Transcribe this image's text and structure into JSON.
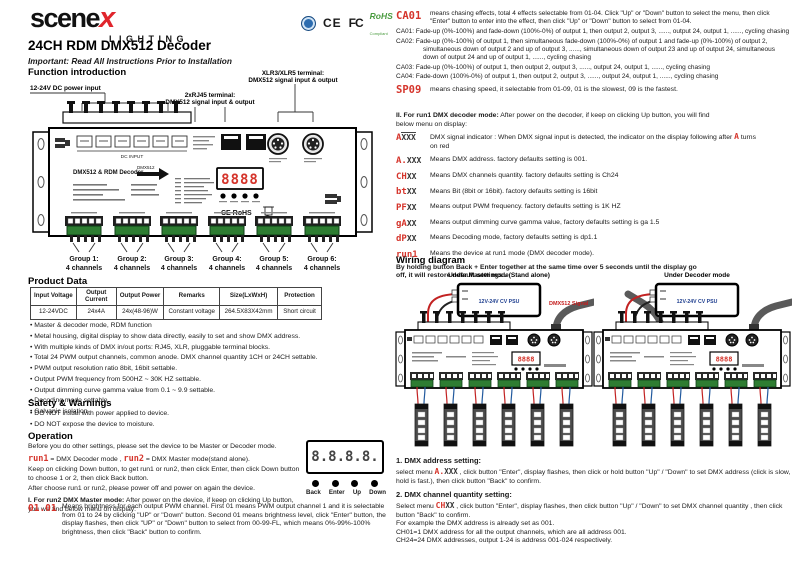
{
  "header": {
    "brand": "scene",
    "brand_x": "x",
    "brand_sub": "LIGHTING",
    "title": "24CH RDM DMX512 Decoder",
    "important": "Important: Read All Instructions Prior to Installation",
    "certs": {
      "ce": "CE",
      "fcc": "FC",
      "rohs": "RoHS",
      "rohs_sub": "Compliant"
    }
  },
  "function_intro": {
    "heading": "Function introduction",
    "power_label": "12-24V DC power input",
    "rj45_label1": "2xRJ45 terminal:",
    "rj45_label2": "DMX512 signal input & output",
    "xlr_label1": "XLR3/XLR5 terminal:",
    "xlr_label2": "DMX512 signal input & output",
    "device": {
      "name": "DMX512 & RDM Decoder",
      "arrow": "DMX512",
      "dc_input": "DC INPUT",
      "display": "8888",
      "ce_mark": "CE RoHS"
    },
    "groups": [
      {
        "line1": "Group 1:",
        "line2": "4 channels"
      },
      {
        "line1": "Group 2:",
        "line2": "4 channels"
      },
      {
        "line1": "Group 3:",
        "line2": "4 channels"
      },
      {
        "line1": "Group 4:",
        "line2": "4 channels"
      },
      {
        "line1": "Group 5:",
        "line2": "4 channels"
      },
      {
        "line1": "Group 6:",
        "line2": "4 channels"
      }
    ]
  },
  "product_data": {
    "heading": "Product Data",
    "table": {
      "headers": [
        "Input Voltage",
        "Output Current",
        "Output Power",
        "Remarks",
        "Size(LxWxH)",
        "Protection"
      ],
      "row": [
        "12-24VDC",
        "24x4A",
        "24x(48-96)W",
        "Constant voltage",
        "264.5X83X42mm",
        "Short circuit"
      ]
    },
    "bullets": [
      "Master & decoder mode, RDM function",
      "Metal housing, digital display to show data directly, easily to set and show DMX address.",
      "With multiple kinds of DMX in/out ports: RJ45, XLR, pluggable terminal blocks.",
      "Total 24 PWM output channels, common anode. DMX channel quantity 1CH or 24CH settable.",
      "PWM output resolution ratio 8bit, 16bit settable.",
      "Output PWM frequency from 500HZ ~ 30K HZ settable.",
      "Output dimming curve gamma value from 0.1 ~ 9.9 settable.",
      "Decoding mode settable.",
      "Galvanic isolation"
    ]
  },
  "safety": {
    "heading": "Safety & Warnings",
    "bullets": [
      "DO NOT install with power applied to device.",
      "DO NOT expose the device to moisture."
    ]
  },
  "operation": {
    "heading": "Operation",
    "intro": "Before you do other settings, please set the device to be Master or Decoder mode.",
    "run1_seg": "run1",
    "run1_text": "= DMX Decoder mode ,",
    "run2_seg": "run2",
    "run2_text": "= DMX Master mode(stand alone).",
    "keep_text": "Keep on clicking Down button, to get run1 or run2, then click Enter, then click Down button to choose 1 or 2, then click Back button.",
    "after_text": "After choose run1 or run2, please power off and power on again the device.",
    "master_heading": "I. For run2 DMX Master mode:",
    "master_text": " After power on the device, if keep on clicking Up button, you will find below menu on display:",
    "bright_seg": "01.01",
    "bright_text": "Means brightness for each output PWM channel. First 01 means PWM output channel 1 and it is selectable from 01 to 24 by clicking \"UP\" or \"Down\" button. Second 01 means brightness level, click \"Enter\" button, the display flashes, then click \"UP\" or \"Down\" button to select from 00-99-FL, which means 0%-99%-100% brightness, then click \"Back\" button to confirm.",
    "figure": {
      "digits": "8.8.8.8.",
      "buttons": [
        "Back",
        "Enter",
        "Up",
        "Down"
      ]
    }
  },
  "chasing": {
    "seg": "CA01",
    "intro": "means chasing effects, total 4 effects selectable from 01-04. Click \"Up\" or \"Down\" button to select the menu, then click \"Enter\" button to enter into the effect, then click \"Up\" or \"Down\" button to select from 01-04.",
    "items": [
      "CA01: Fade-up (0%-100%) and fade-down (100%-0%) of output 1, then output 2, output 3, ......, output 24, output 1, ......, cycling chasing",
      "CA02: Fade-up (0%-100%) of output 1, then simultaneous fade-down (100%-0%) of output 1 and fade-up (0%-100%) of output 2, simultaneous down of output 2 and up of output 3, ......, simultaneous down of output 23 and up of output 24, simultaneous down of output 24 and up of output 1, ......, cycling chasing",
      "CA03: Fade-up (0%-100%) of output 1, then output 2, output 3, ......, output 24, output 1, ......, cycling chasing",
      "CA04: Fade-down (100%-0%) of output 1, then output 2, output 3, ......, output 24, output 1, ......, cycling chasing"
    ],
    "speed_seg": "SP09",
    "speed_text": "means chasing speed, it selectable from 01-09, 01 is the slowest, 09 is the fastest."
  },
  "decoder_mode": {
    "heading": "II. For run1 DMX decoder mode:",
    "heading_text": " After power on the decoder, if keep on clicking Up button, you will find below menu on display:",
    "indicator_seg": "A",
    "indicator_rest": "XXX",
    "indicator_pre": "DMX signal indicator : When DMX signal input is detected, the indicator on the display following after",
    "indicator_inline_seg": "A",
    "indicator_post": "turns on red",
    "menu": [
      {
        "seg": "A.",
        "rest": "XXX",
        "text": "Means DMX address. factory defaults setting is 001."
      },
      {
        "seg": "CH",
        "rest": "XX",
        "text": "Means DMX channels quantity. factory defaults setting is Ch24"
      },
      {
        "seg": "bt",
        "rest": "XX",
        "text": "Means Bit (8bit or 16bit). factory defaults setting is 16bit"
      },
      {
        "seg": "PF",
        "rest": "XX",
        "text": "Means output PWM frequency. factory defaults setting is 1K HZ"
      },
      {
        "seg": "gA",
        "rest": "XX",
        "text": "Means output dimming curve gamma value, factory defaults setting is ga 1.5"
      },
      {
        "seg": "dP",
        "rest": "XX",
        "text": "Means Decoding mode, factory defaults setting is dp1.1"
      },
      {
        "seg": "run1",
        "rest": "",
        "text": "Means the device at run1 mode (DMX decoder mode)."
      }
    ],
    "reset_text": "By holding button Back + Enter together at the same time over 5 seconds until the display go off, it will restore default settings ."
  },
  "wiring": {
    "heading": "Wiring diagram",
    "master_title": "Under Master mode(Stand alone)",
    "decoder_title": "Under Decoder mode",
    "psu_label": "12V-24V CV PSU",
    "signal_label": "DMX512 Signal"
  },
  "settings": {
    "s1_heading": "1. DMX address setting:",
    "s1_pre": "select menu ",
    "s1_seg": "A.",
    "s1_rest": "XXX",
    "s1_text": " , click button \"Enter\", display flashes, then click or hold button \"Up\" / \"Down\" to set DMX address (click is slow, hold is fast.), then click button \"Back\" to confirm.",
    "s2_heading": "2. DMX channel quantity setting:",
    "s2_pre": "Select menu ",
    "s2_seg": "CH",
    "s2_rest": "XX",
    "s2_text": " , click button \"Enter\", display flashes, then click button \"Up\" / \"Down\" to set DMX channel quantity , then click button \"Back\" to confirm.",
    "s2_example": "For example the DMX address is already set as 001.",
    "s2_ch01": "CH01=1 DMX address for all the output channels, which are all address 001.",
    "s2_ch24": "CH24=24 DMX addresses, output 1-24 is address 001-024 respectively."
  }
}
